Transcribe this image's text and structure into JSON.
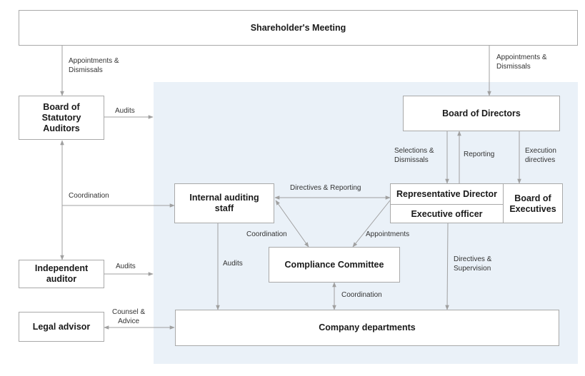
{
  "colors": {
    "panel_bg": "#eaf1f8",
    "box_border": "#a9a9a9",
    "arrow": "#a0a0a0",
    "text": "#1a1a1a"
  },
  "boxes": {
    "shareholders_meeting": "Shareholder's Meeting",
    "board_of_statutory_auditors": "Board of\nStatutory\nAuditors",
    "independent_auditor": "Independent\nauditor",
    "legal_advisor": "Legal advisor",
    "board_of_directors": "Board of Directors",
    "internal_auditing_staff": "Internal auditing\nstaff",
    "representative_director": "Representative Director",
    "executive_officer": "Executive officer",
    "board_of_executives": "Board of\nExecutives",
    "compliance_committee": "Compliance Committee",
    "company_departments": "Company departments"
  },
  "labels": {
    "appointments_left": "Appointments &\nDismissals",
    "appointments_right": "Appointments &\nDismissals",
    "audits_statutory": "Audits",
    "audits_independent": "Audits",
    "audits_internal": "Audits",
    "coordination_left": "Coordination",
    "coordination_internal": "Coordination",
    "coordination_compliance": "Coordination",
    "counsel_advice": "Counsel &\nAdvice",
    "selections_dismissals": "Selections &\nDismissals",
    "reporting": "Reporting",
    "execution_directives": "Execution\ndirectives",
    "directives_reporting": "Directives & Reporting",
    "appointments_center": "Appointments",
    "directives_supervision": "Directives &\nSupervision"
  }
}
